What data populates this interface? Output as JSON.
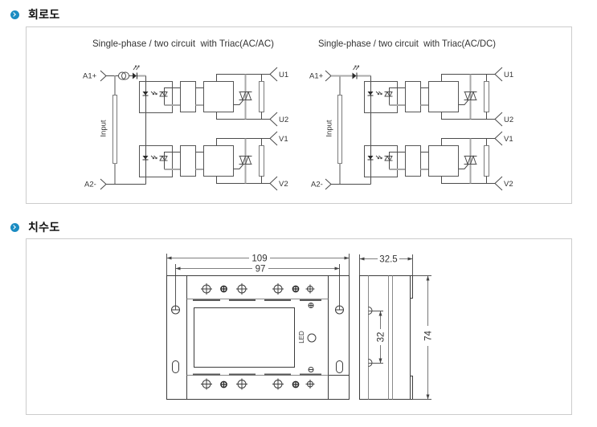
{
  "colors": {
    "accent": "#1b8cc2",
    "panel_border": "#cccccc"
  },
  "icons": {
    "section_bullet": "chevron-right-circle-icon",
    "terminal": "terminal-arrow-icon",
    "input_led": "diode-icon",
    "current_source": "current-source-icon",
    "coupler_led": "led-icon",
    "coupler_output": "phototriac-icon",
    "output_switch": "triac-icon",
    "terminal_screw": "terminal-screw-icon",
    "polarity_plus": "plus-circle-icon",
    "polarity_minus": "minus-circle-icon"
  },
  "circuit_section": {
    "heading": "회로도",
    "diagrams": [
      {
        "title": "Single-phase / two circuit  with Triac(AC/AC)",
        "input_label": "Input",
        "terminals": {
          "a1": "A1+",
          "a2": "A2-",
          "u1": "U1",
          "u2": "U2",
          "v1": "V1",
          "v2": "V2"
        }
      },
      {
        "title": "Single-phase / two circuit  with Triac(AC/DC)",
        "input_label": "Input",
        "terminals": {
          "a1": "A1+",
          "a2": "A2-",
          "u1": "U1",
          "u2": "U2",
          "v1": "V1",
          "v2": "V2"
        }
      }
    ]
  },
  "dimension_section": {
    "heading": "치수도",
    "front_view": {
      "overall_width": "109",
      "mounting_pitch": "97",
      "led_label": "LED"
    },
    "side_view": {
      "depth": "32.5",
      "height": "74",
      "hole_pitch": "32"
    }
  }
}
